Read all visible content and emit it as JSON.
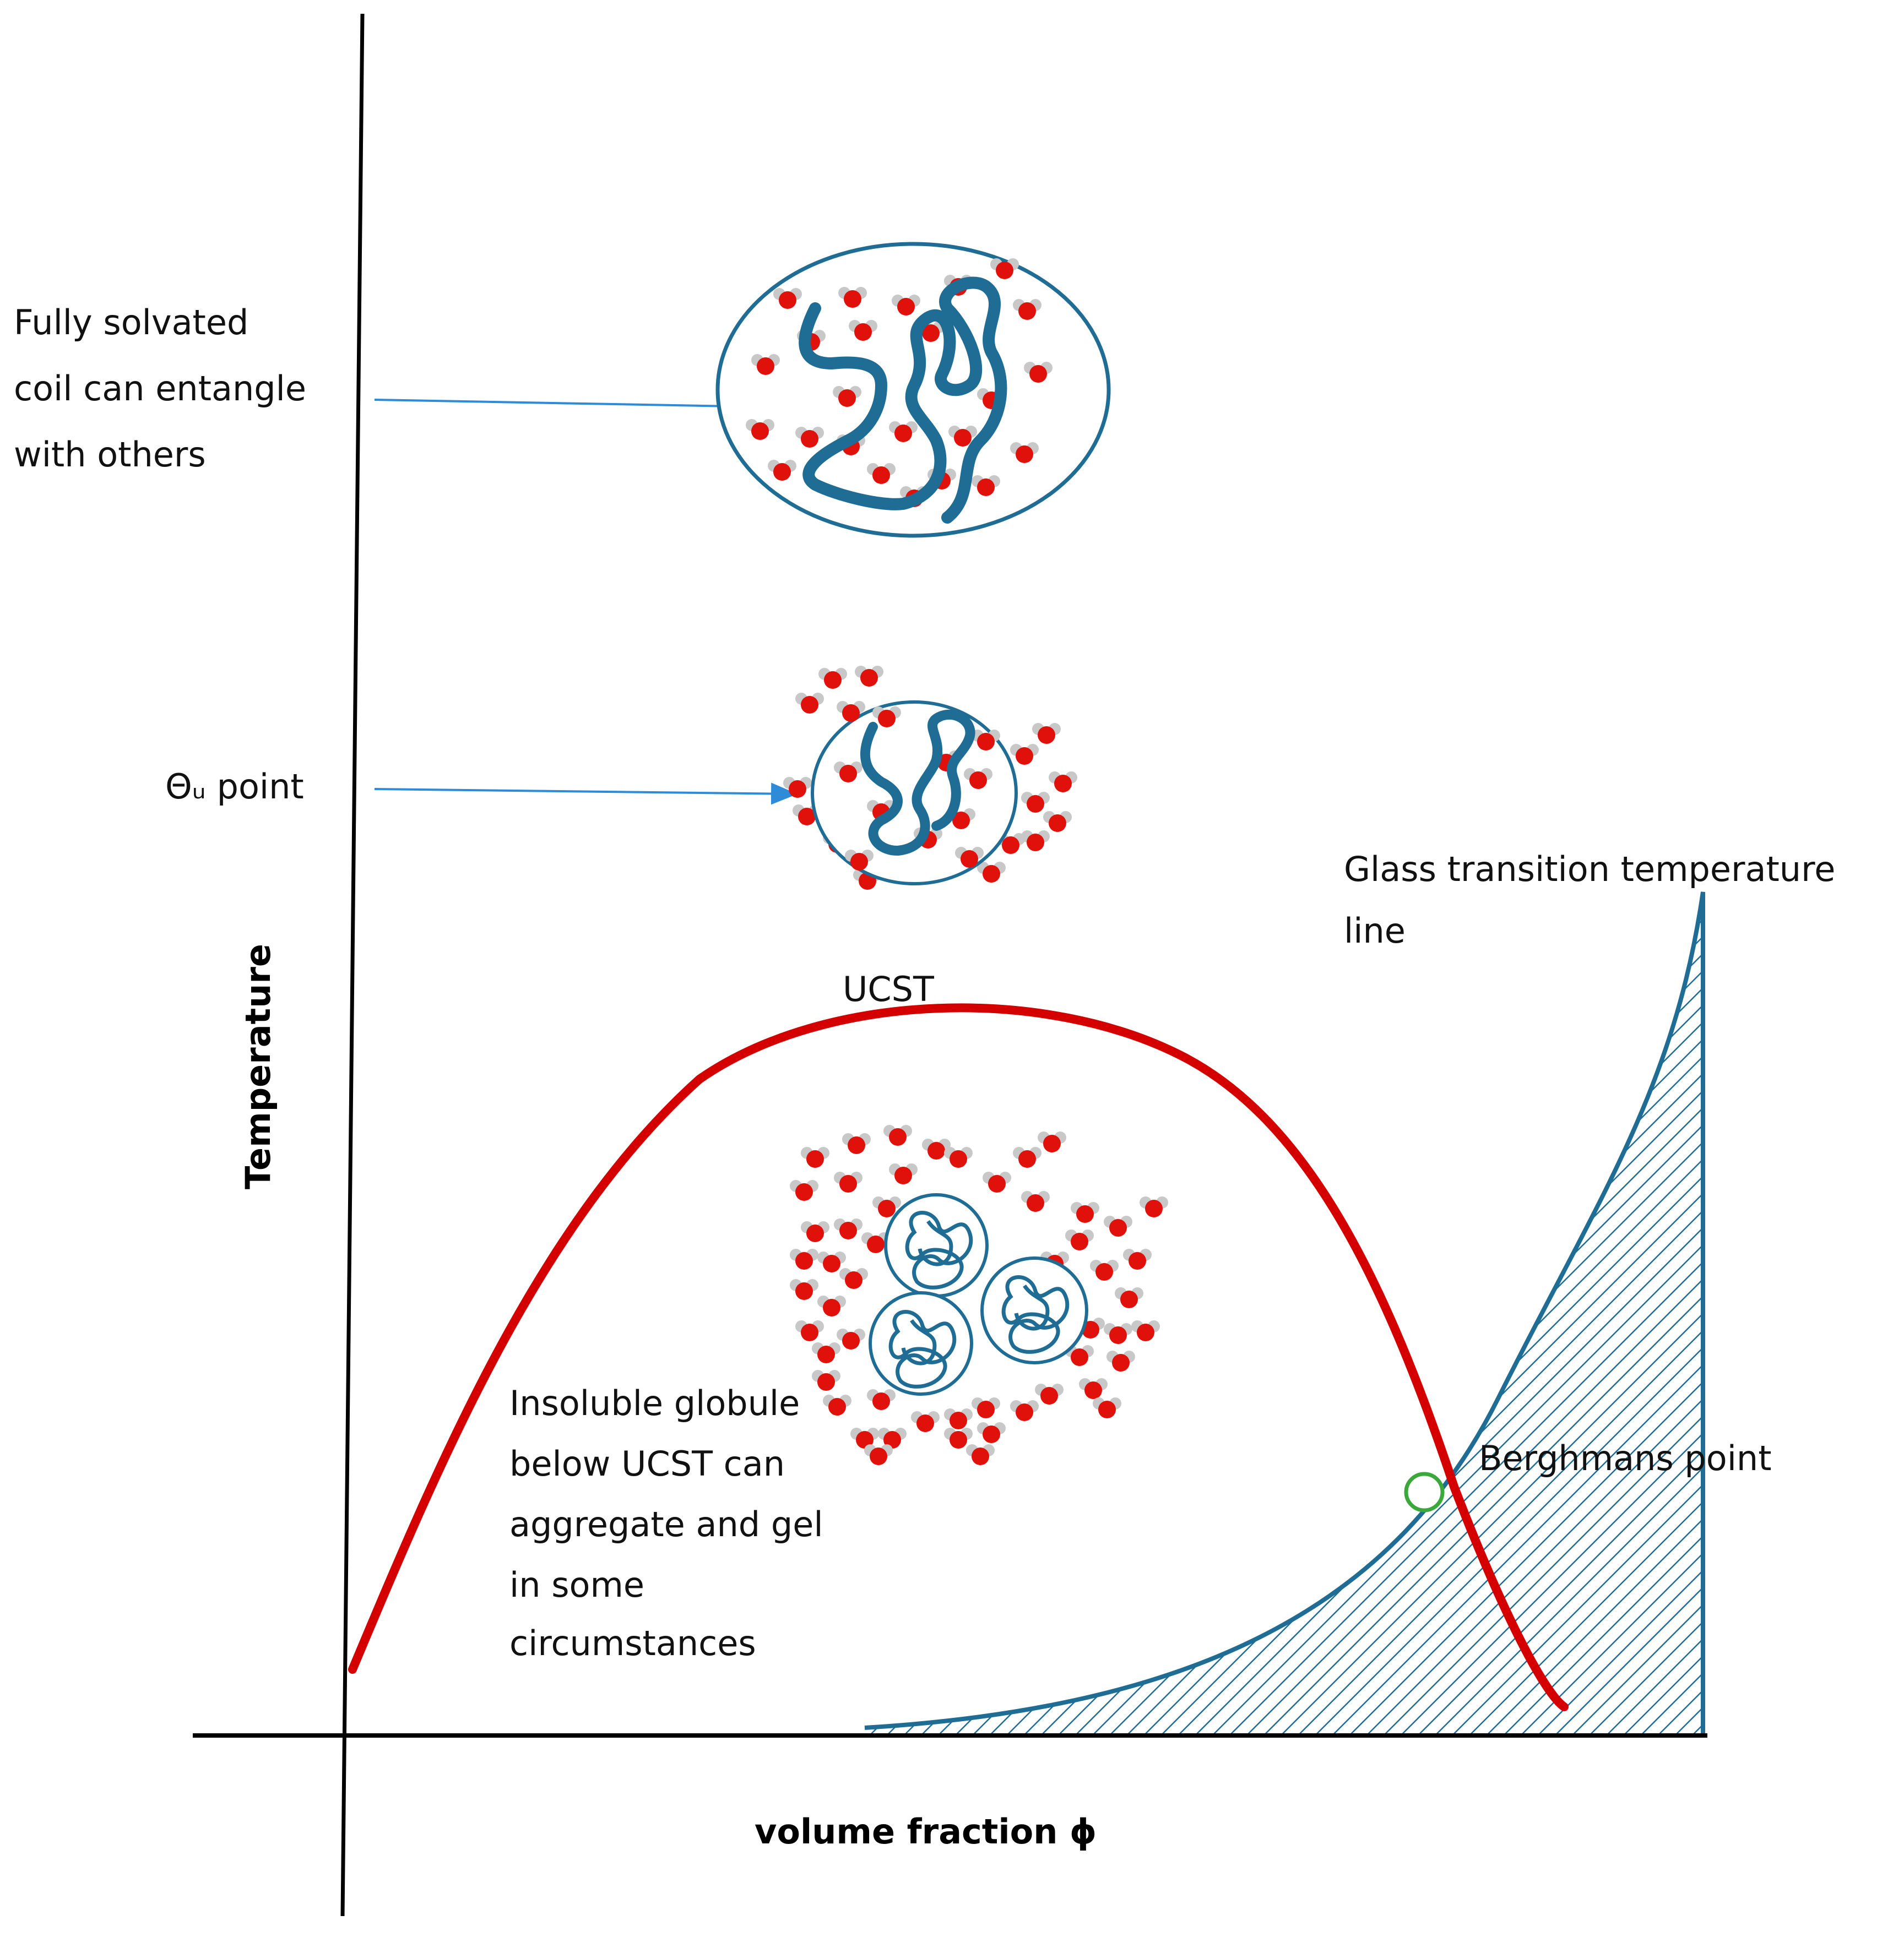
{
  "diagram": {
    "y_axis_label": "Temperature",
    "x_axis_label": "volume fraction ϕ",
    "ucst_label": "UCST",
    "theta_label": "Θᵤ point",
    "coil_label_lines": [
      "Fully solvated",
      "coil can entangle",
      "with others"
    ],
    "glass_label_lines": [
      "Glass transition temperature",
      "line"
    ],
    "berghmans_label": "Berghmans point",
    "globule_label_lines": [
      "Insoluble globule",
      "below UCST can",
      "aggregate and gel",
      "in some",
      "circumstances"
    ]
  },
  "colors": {
    "axis": "#000000",
    "ucst_curve": "#d40000",
    "glass_line": "#1f6d95",
    "polymer": "#1f6d95",
    "arrow": "#2e8bd8",
    "berghmans_marker": "#3aa83a",
    "water_oxygen": "#e0100a",
    "water_hydrogen": "#c8c8c8"
  },
  "icons": {
    "coil": "solvated-coil-icon",
    "theta": "theta-coil-icon",
    "globule": "aggregated-globules-icon"
  }
}
